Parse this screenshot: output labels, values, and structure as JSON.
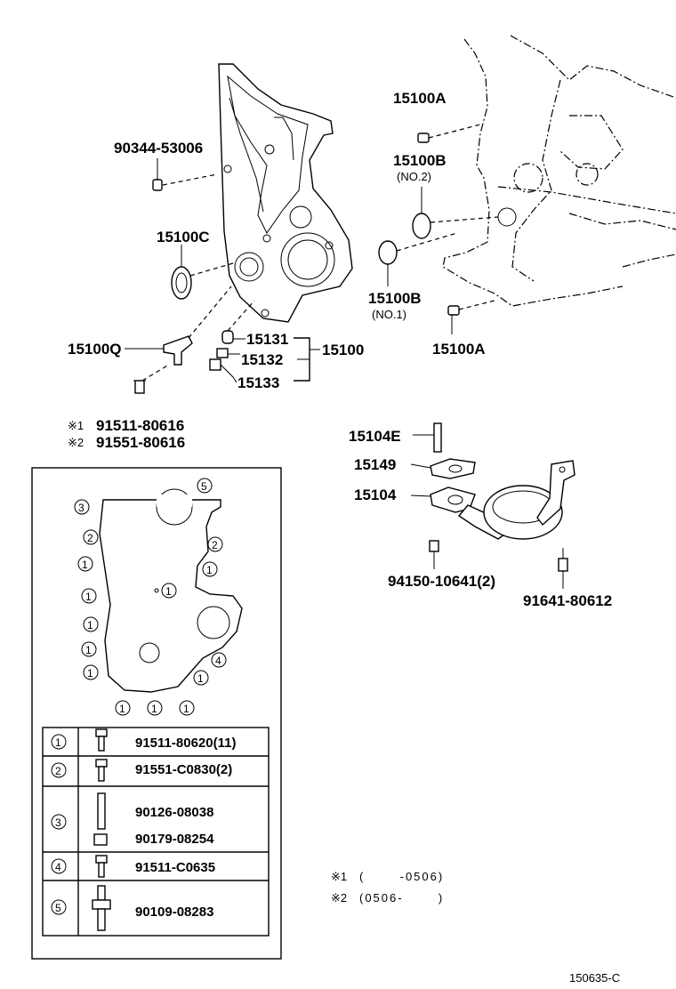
{
  "labels": {
    "p90344": "90344-53006",
    "p15100C": "15100C",
    "p15100Q": "15100Q",
    "p15131": "15131",
    "p15132": "15132",
    "p15133": "15133",
    "p15100": "15100",
    "p15100A_top": "15100A",
    "p15100B_top": "15100B",
    "no2": "(NO.2)",
    "p15100B_bot": "15100B",
    "no1": "(NO.1)",
    "p15100A_bot": "15100A",
    "p15104E": "15104E",
    "p15149": "15149",
    "p15104": "15104",
    "p94150": "94150-10641(2)",
    "p91641": "91641-80612",
    "note1_mark": "※1",
    "note1_part": "91511-80616",
    "note2_mark": "※2",
    "note2_part": "91551-80616"
  },
  "legend_notes": {
    "n1_mark": "※1",
    "n1_text": "(       -0506)",
    "n2_mark": "※2",
    "n2_text": "(0506-       )"
  },
  "bolt_table": [
    {
      "key": "1",
      "parts": [
        "91511-80620(11)"
      ]
    },
    {
      "key": "2",
      "parts": [
        "91551-C0830(2)"
      ]
    },
    {
      "key": "3",
      "parts": [
        "90126-08038",
        "90179-08254"
      ]
    },
    {
      "key": "4",
      "parts": [
        "91511-C0635"
      ]
    },
    {
      "key": "5",
      "parts": [
        "90109-08283"
      ]
    }
  ],
  "cover_markers": [
    "5",
    "3",
    "2",
    "2",
    "1",
    "1",
    "1",
    "1",
    "1",
    "1",
    "1",
    "4",
    "1",
    "1",
    "1",
    "1"
  ],
  "footer_code": "150635-C"
}
